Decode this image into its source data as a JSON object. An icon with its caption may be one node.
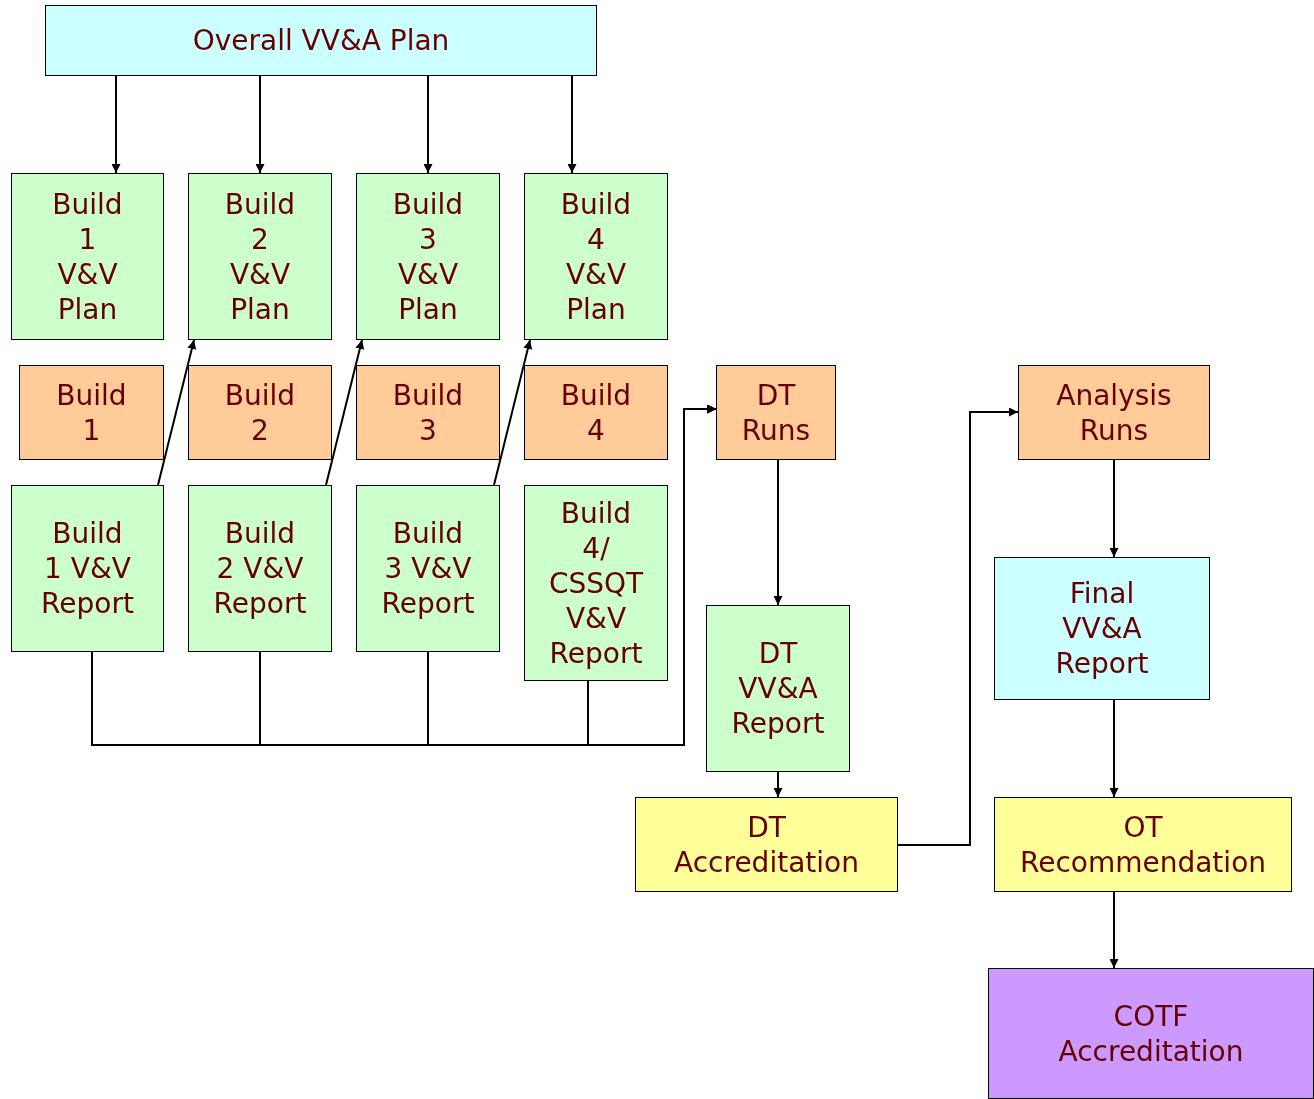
{
  "diagram": {
    "nodes": [
      {
        "text": [
          "Overall VV&A Plan"
        ]
      },
      {
        "text": [
          "Build 1 V&V Plan"
        ]
      },
      {
        "text": [
          "Build 2 V&V Plan"
        ]
      },
      {
        "text": [
          "Build 3 V&V Plan"
        ]
      },
      {
        "text": [
          "Build 4 V&V Plan"
        ]
      },
      {
        "text": [
          "Build 1"
        ]
      },
      {
        "text": [
          "Build 2"
        ]
      },
      {
        "text": [
          "Build 3"
        ]
      },
      {
        "text": [
          "Build 4"
        ]
      },
      {
        "text": [
          "DT Runs"
        ]
      },
      {
        "text": [
          "Analysis Runs"
        ]
      },
      {
        "text": [
          "Build 1 V&V Report"
        ]
      },
      {
        "text": [
          "Build 2 V&V Report"
        ]
      },
      {
        "text": [
          "Build 3 V&V Report"
        ]
      },
      {
        "text": [
          "Build 4/ CSSQT V&V Report"
        ]
      },
      {
        "text": [
          "Final VV&A Report"
        ]
      },
      {
        "text": [
          "DT VV&A Report"
        ]
      },
      {
        "text": [
          "DT Accreditation"
        ]
      },
      {
        "text": [
          "OT Recommendation"
        ]
      },
      {
        "text": [
          "COTF Accreditation"
        ]
      }
    ],
    "edges": [
      {
        "from": 0,
        "to": 1,
        "arrow": "to"
      },
      {
        "from": 0,
        "to": 2,
        "arrow": "to"
      },
      {
        "from": 0,
        "to": 3,
        "arrow": "to"
      },
      {
        "from": 0,
        "to": 4,
        "arrow": "to"
      },
      {
        "from": 11,
        "to": 2,
        "arrow": "to"
      },
      {
        "from": 12,
        "to": 3,
        "arrow": "to"
      },
      {
        "from": 13,
        "to": 4,
        "arrow": "to"
      },
      {
        "from": 11,
        "to": 9,
        "arrow": "to"
      },
      {
        "from": 12,
        "to": 9,
        "arrow": "to"
      },
      {
        "from": 13,
        "to": 9,
        "arrow": "to"
      },
      {
        "from": 14,
        "to": 9,
        "arrow": "to"
      },
      {
        "from": 9,
        "to": 16,
        "arrow": "to"
      },
      {
        "from": 16,
        "to": 17,
        "arrow": "to"
      },
      {
        "from": 17,
        "to": 10,
        "arrow": "to"
      },
      {
        "from": 10,
        "to": 15,
        "arrow": "to"
      },
      {
        "from": 15,
        "to": 18,
        "arrow": "to"
      },
      {
        "from": 18,
        "to": 19,
        "arrow": "to"
      }
    ]
  }
}
